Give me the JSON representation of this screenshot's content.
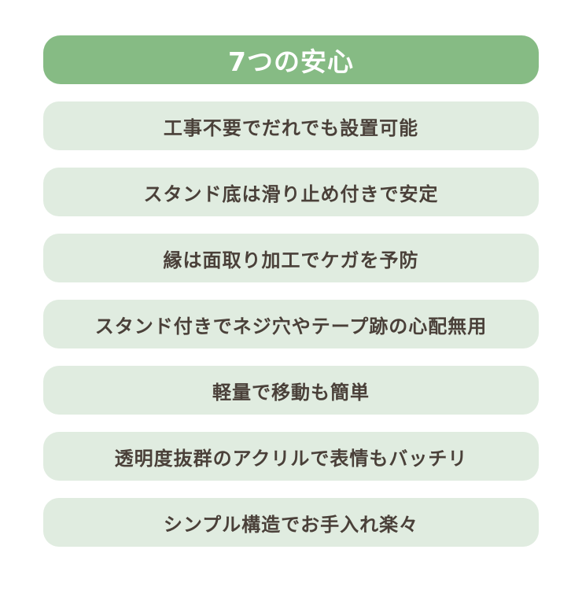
{
  "colors": {
    "header_bg": "#86bb84",
    "item_bg": "#e0ece0",
    "item_text": "#4a4039"
  },
  "header": {
    "title": "7つの安心"
  },
  "items": [
    {
      "label": "工事不要でだれでも設置可能"
    },
    {
      "label": "スタンド底は滑り止め付きで安定"
    },
    {
      "label": "縁は面取り加工でケガを予防"
    },
    {
      "label": "スタンド付きでネジ穴やテープ跡の心配無用"
    },
    {
      "label": "軽量で移動も簡単"
    },
    {
      "label": "透明度抜群のアクリルで表情もバッチリ"
    },
    {
      "label": "シンプル構造でお手入れ楽々"
    }
  ]
}
